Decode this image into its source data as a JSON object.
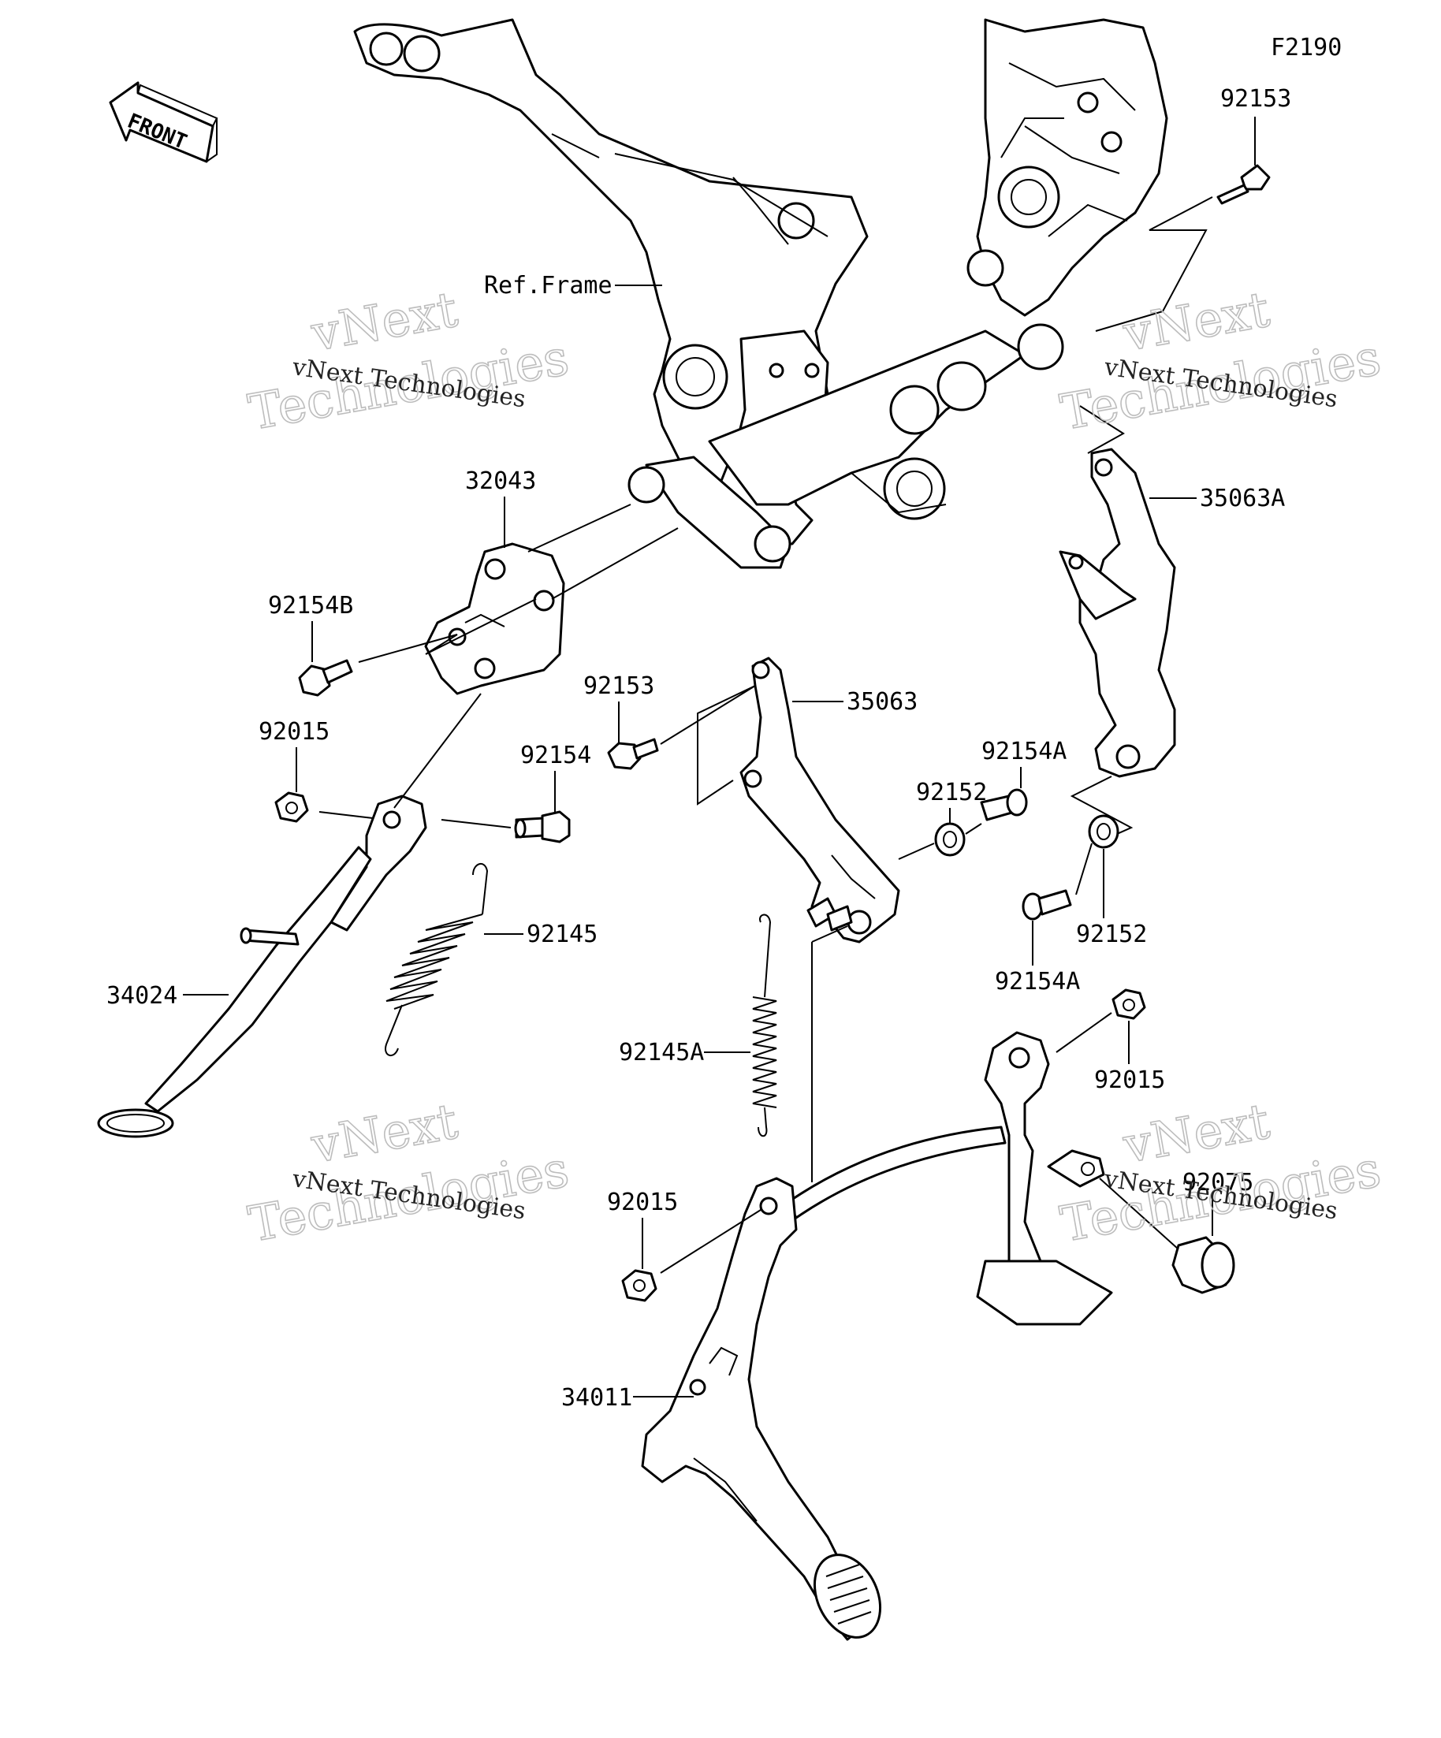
{
  "diagram_code": "F2190",
  "front_arrow_text": "FRONT",
  "watermark": {
    "brand_line1": "vNext",
    "brand_line2": "Technologies",
    "caption": "vNext Technologies"
  },
  "labels": {
    "ref_frame": "Ref.Frame",
    "p92153_top": "92153",
    "p32043": "32043",
    "p92154B": "92154B",
    "p35063A": "35063A",
    "p92153_mid": "92153",
    "p35063": "35063",
    "p92015_left": "92015",
    "p92154": "92154",
    "p92154A_top": "92154A",
    "p92152_left": "92152",
    "p92152_right": "92152",
    "p92154A_bottom": "92154A",
    "p92145": "92145",
    "p34024": "34024",
    "p92145A": "92145A",
    "p92015_right": "92015",
    "p92075": "92075",
    "p92015_bottom": "92015",
    "p34011": "34011"
  }
}
